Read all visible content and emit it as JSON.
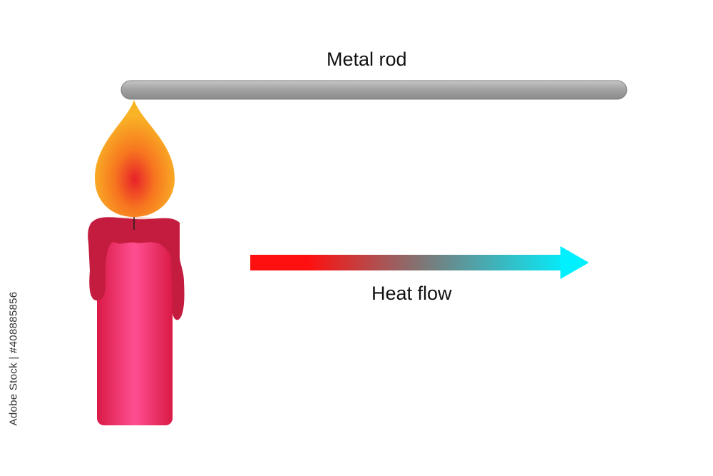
{
  "diagram": {
    "rod_label": "Metal rod",
    "heat_label": "Heat flow"
  },
  "watermark": {
    "id_text": "Adobe Stock | #408885856"
  },
  "colors": {
    "rod": "#a9a9a9",
    "candle": "#e8265a",
    "candle_wax_drip": "#c41c3e",
    "flame_outer": "#f7b023",
    "flame_core": "#e8282a",
    "arrow_hot": "#ff1010",
    "arrow_cold": "#00f0ff"
  },
  "icons": {
    "heat_source": "candle-icon",
    "flame": "flame-icon",
    "direction": "arrow-right-icon"
  }
}
